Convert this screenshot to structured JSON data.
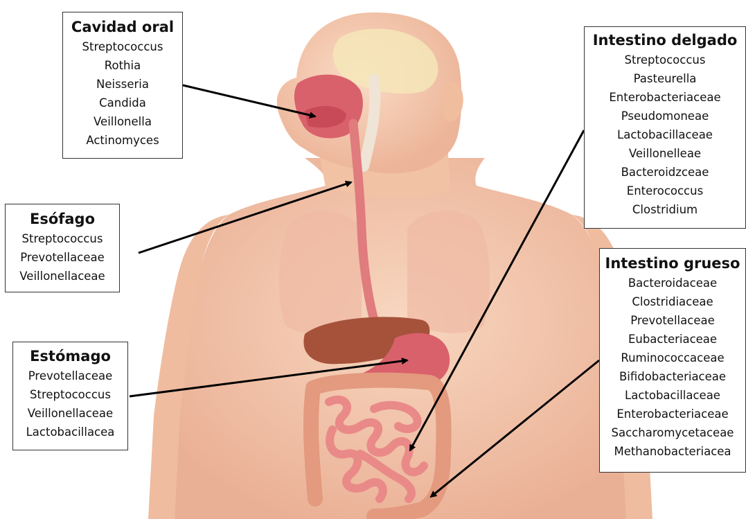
{
  "labels": {
    "oral": {
      "title": "Cavidad oral",
      "items": [
        "Streptococcus",
        "Rothia",
        "Neisseria",
        "Candida",
        "Veillonella",
        "Actinomyces"
      ]
    },
    "esofago": {
      "title": "Esófago",
      "items": [
        "Streptococcus",
        "Prevotellaceae",
        "Veillonellaceae"
      ]
    },
    "estomago": {
      "title": "Estómago",
      "items": [
        "Prevotellaceae",
        "Streptococcus",
        "Veillonellaceae",
        "Lactobacillacea"
      ]
    },
    "delgado": {
      "title": "Intestino delgado",
      "items": [
        "Streptococcus",
        "Pasteurella",
        "Enterobacteriaceae",
        "Pseudomoneae",
        "Lactobacillaceae",
        "Veillonelleae",
        "Bacteroidzceae",
        "Enterococcus",
        "Clostridium"
      ]
    },
    "grueso": {
      "title": "Intestino grueso",
      "items": [
        "Bacteroidaceae",
        "Clostridiaceae",
        "Prevotellaceae",
        "Eubacteriaceae",
        "Ruminococcaceae",
        "Bifidobacteriaceae",
        "Lactobacillaceae",
        "Enterobacteriaceae",
        "Saccharomycetaceae",
        "Methanobacteriacea"
      ]
    }
  },
  "colors": {
    "skin": "#f3c9ad",
    "skin_shadow": "#e7a98a",
    "organ_red": "#d9616b",
    "liver": "#a6523a",
    "intestine": "#e98a88",
    "colon": "#e39a7e",
    "arrow": "#000000"
  }
}
